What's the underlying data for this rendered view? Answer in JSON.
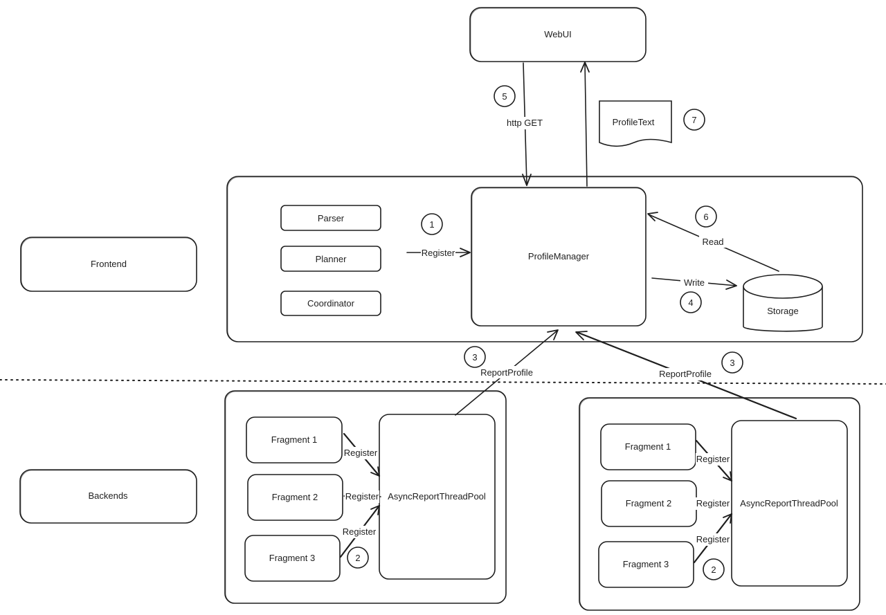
{
  "nodes": {
    "webui": "WebUI",
    "profile_text": "ProfileText",
    "frontend": "Frontend",
    "backends": "Backends",
    "parser": "Parser",
    "planner": "Planner",
    "coordinator": "Coordinator",
    "profile_manager": "ProfileManager",
    "storage": "Storage",
    "left_backend": {
      "fragment1": "Fragment 1",
      "fragment2": "Fragment 2",
      "fragment3": "Fragment 3",
      "pool": "AsyncReportThreadPool"
    },
    "right_backend": {
      "fragment1": "Fragment 1",
      "fragment2": "Fragment 2",
      "fragment3": "Fragment 3",
      "pool": "AsyncReportThreadPool"
    }
  },
  "edge_labels": {
    "http_get": "http GET",
    "register_fe": "Register",
    "read": "Read",
    "write": "Write",
    "report_left": "ReportProfile",
    "report_right": "ReportProfile",
    "left_register1": "Register",
    "left_register2": "Register",
    "left_register3": "Register",
    "right_register1": "Register",
    "right_register2": "Register",
    "right_register3": "Register"
  },
  "step_numbers": {
    "step1": "1",
    "step2_left": "2",
    "step2_right": "2",
    "step3_left": "3",
    "step3_right": "3",
    "step4": "4",
    "step5": "5",
    "step6": "6",
    "step7": "7"
  }
}
